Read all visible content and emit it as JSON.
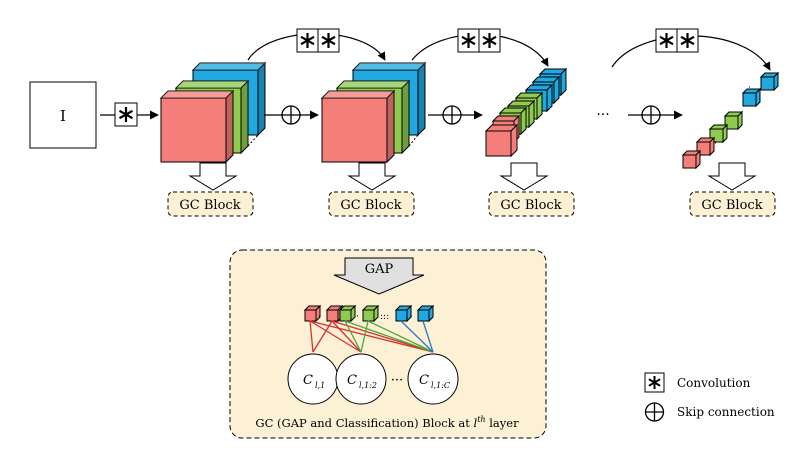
{
  "input": {
    "label": "I"
  },
  "gc_block_label": "GC Block",
  "ellipsis": "···",
  "gc_panel": {
    "gap_label": "GAP",
    "caption_main": "GC (GAP and Classification) Block at",
    "caption_var": "l",
    "caption_sup": "th",
    "caption_end": "layer",
    "classifiers": [
      {
        "main": "C",
        "sub": "l,1"
      },
      {
        "main": "C",
        "sub": "l,1:2"
      },
      {
        "main": "C",
        "sub": "l,1:C"
      }
    ],
    "classifier_ellipsis": "···"
  },
  "legend": {
    "convolution": "Convolution",
    "skip": "Skip connection"
  },
  "colors": {
    "red": "#f47f7a",
    "green": "#8fcb51",
    "blue": "#21a8e1",
    "panel_fill": "#fdf1d5",
    "block_fill": "#fdf1d5",
    "arrow_fill": "#e0e0e0",
    "edge_red": "#d9302c",
    "edge_green": "#49a83b",
    "edge_blue": "#2b78c4"
  }
}
